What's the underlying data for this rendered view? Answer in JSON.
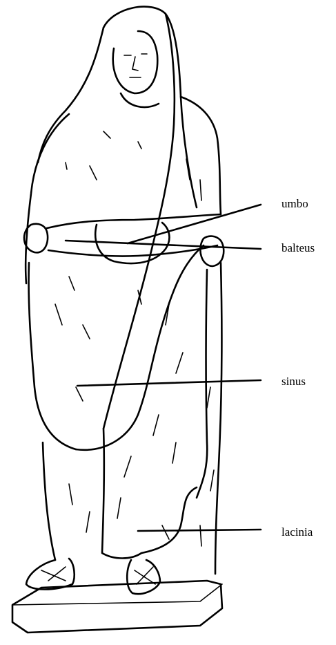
{
  "labels": {
    "umbo": "umbo",
    "balteus": "balteus",
    "sinus": "sinus",
    "lacinia": "lacinia"
  }
}
